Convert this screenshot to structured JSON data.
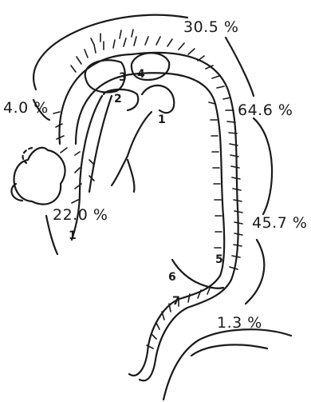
{
  "percentages": {
    "top": "30.5 %",
    "left_upper": "4.0 %",
    "right_upper": "64.6 %",
    "left_lower": "22.0 %",
    "right_lower": "45.7 %",
    "bottom": "1.3 %"
  },
  "numbers": {
    "n1_left": "1",
    "n1_center": "1",
    "n2": "2",
    "n3": "3",
    "n4": "4",
    "n5": "5",
    "n6": "6",
    "n7": "7"
  },
  "colors": {
    "ink": "#1a1a1a",
    "background": "#ffffff"
  }
}
